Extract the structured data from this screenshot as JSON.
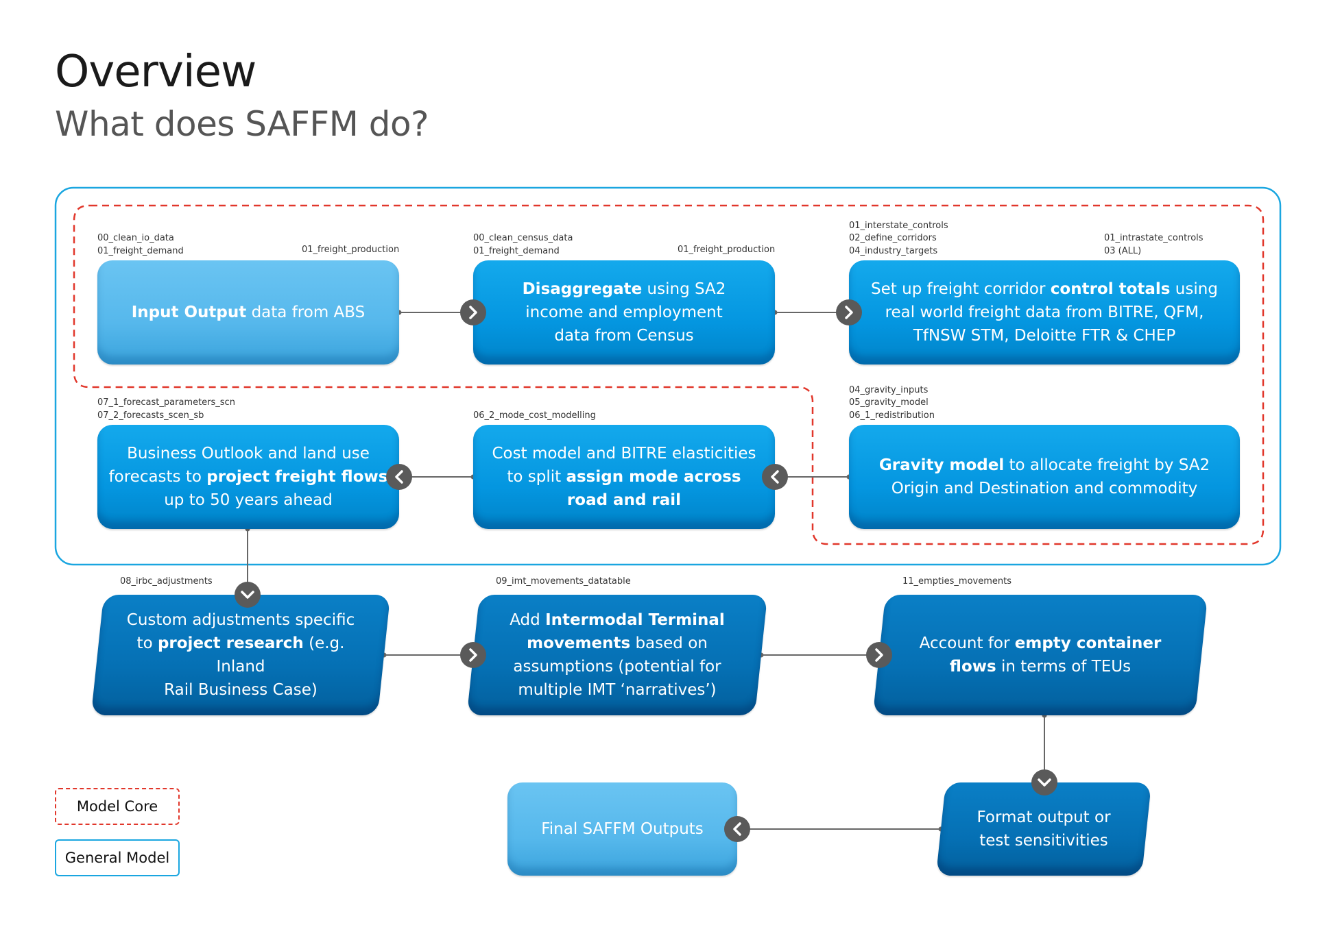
{
  "title": "Overview",
  "subtitle": "What does SAFFM do?",
  "colors": {
    "core_border": "#e1372b",
    "general_border": "#1aa6e0",
    "connector": "#555555",
    "arrow": "#5a5a5a"
  },
  "tags": {
    "t1a": "00_clean_io_data",
    "t1b": "01_freight_demand",
    "t1c": "01_freight_production",
    "t2a": "00_clean_census_data",
    "t2b": "01_freight_demand",
    "t2c": "01_freight_production",
    "t3a": "01_interstate_controls",
    "t3b": "02_define_corridors",
    "t3c": "04_industry_targets",
    "t3d": "01_intrastate_controls",
    "t3e": "03 (ALL)",
    "t4a": "07_1_forecast_parameters_scn",
    "t4b": "07_2_forecasts_scen_sb",
    "t5a": "06_2_mode_cost_modelling",
    "t6a": "04_gravity_inputs",
    "t6b": "05_gravity_model",
    "t6c": "06_1_redistribution",
    "t7a": "08_irbc_adjustments",
    "t8a": "09_imt_movements_datatable",
    "t9a": "11_empties_movements"
  },
  "boxes": {
    "b1": {
      "bold": "Input Output",
      "rest": " data from ABS"
    },
    "b2": {
      "bold": "Disaggregate",
      "rest1": " using SA2",
      "l2": "income and employment",
      "l3": "data from Census"
    },
    "b3": {
      "l1a": "Set up freight corridor ",
      "l1b": "control totals",
      "l1c": " using",
      "l2": "real world freight data from BITRE, QFM,",
      "l3": "TfNSW STM, Deloitte FTR & CHEP"
    },
    "b4": {
      "l1": "Business Outlook and land use",
      "l2a": "forecasts to ",
      "l2b": "project freight flows",
      "l3": "up to 50 years ahead"
    },
    "b5": {
      "l1": "Cost model and BITRE elasticities",
      "l2a": "to split ",
      "l2b": "assign mode across",
      "l3": "road and rail"
    },
    "b6": {
      "l1a": "Gravity model",
      "l1b": " to allocate freight by SA2",
      "l2": "Origin and Destination and commodity"
    },
    "b7": {
      "l1": "Custom adjustments specific",
      "l2a": "to ",
      "l2b": "project research",
      "l2c": " (e.g. Inland",
      "l3": "Rail Business Case)"
    },
    "b8": {
      "l1a": "Add ",
      "l1b": "Intermodal Terminal",
      "l2a": "movements",
      "l2b": " based on",
      "l3": "assumptions (potential for",
      "l4": "multiple IMT ‘narratives’)"
    },
    "b9": {
      "l1a": "Account for ",
      "l1b": "empty container",
      "l2a": "flows",
      "l2b": " in terms of TEUs"
    },
    "b10": {
      "l1": "Format output or",
      "l2": "test sensitivities"
    },
    "b11": {
      "l1": "Final SAFFM Outputs"
    }
  },
  "legend": {
    "core": "Model Core",
    "general": "General Model"
  }
}
